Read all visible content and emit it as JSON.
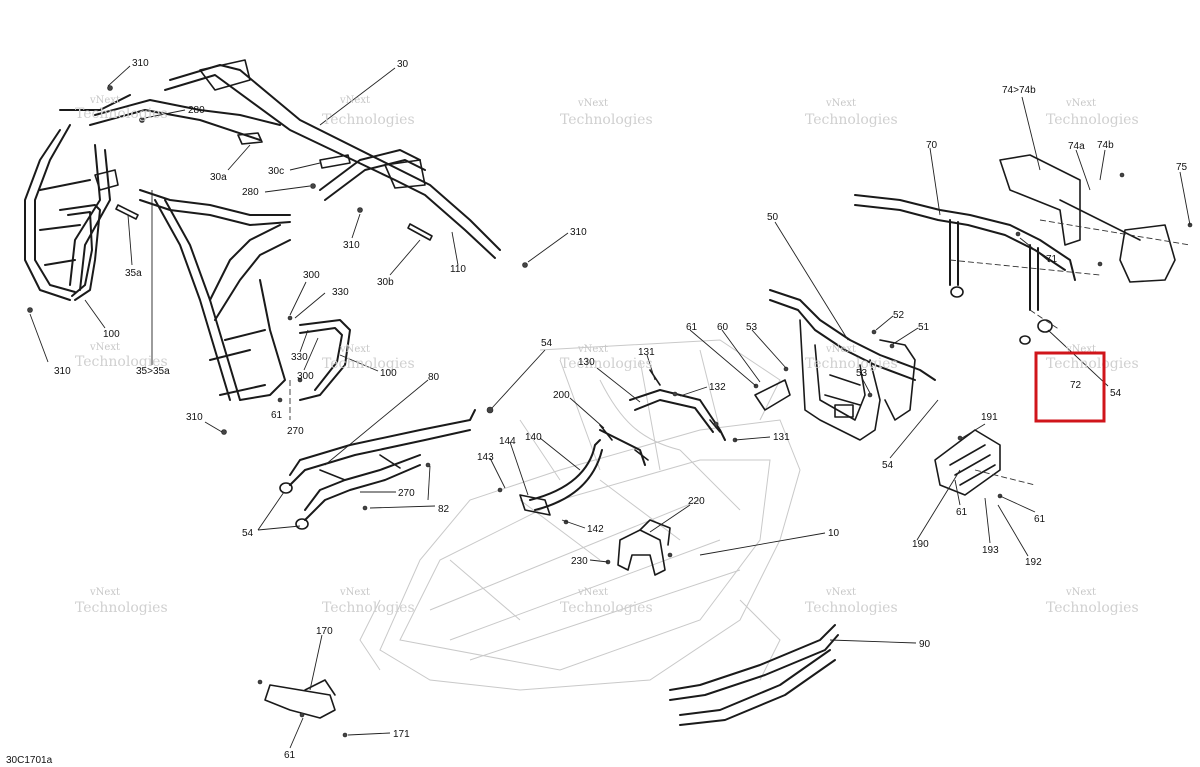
{
  "drawing_ref": "30C1701a",
  "watermark_line1": "vNext",
  "watermark_line2": "Technologies",
  "highlight_color": "#d0151b",
  "callouts": [
    {
      "id": "c1",
      "text": "310"
    },
    {
      "id": "c2",
      "text": "30"
    },
    {
      "id": "c3",
      "text": "280"
    },
    {
      "id": "c4",
      "text": "30a"
    },
    {
      "id": "c5",
      "text": "30c"
    },
    {
      "id": "c6",
      "text": "280"
    },
    {
      "id": "c7",
      "text": "310"
    },
    {
      "id": "c8",
      "text": "310"
    },
    {
      "id": "c9",
      "text": "30b"
    },
    {
      "id": "c10",
      "text": "110"
    },
    {
      "id": "c11",
      "text": "35a"
    },
    {
      "id": "c12",
      "text": "100"
    },
    {
      "id": "c13",
      "text": "310"
    },
    {
      "id": "c14",
      "text": "35>35a"
    },
    {
      "id": "c15",
      "text": "300"
    },
    {
      "id": "c16",
      "text": "330"
    },
    {
      "id": "c17",
      "text": "330"
    },
    {
      "id": "c18",
      "text": "300"
    },
    {
      "id": "c19",
      "text": "100"
    },
    {
      "id": "c20",
      "text": "310"
    },
    {
      "id": "c21",
      "text": "61"
    },
    {
      "id": "c22",
      "text": "270"
    },
    {
      "id": "c23",
      "text": "80"
    },
    {
      "id": "c24",
      "text": "270"
    },
    {
      "id": "c25",
      "text": "82"
    },
    {
      "id": "c26",
      "text": "54"
    },
    {
      "id": "c27",
      "text": "54"
    },
    {
      "id": "c28",
      "text": "130"
    },
    {
      "id": "c29",
      "text": "131"
    },
    {
      "id": "c30",
      "text": "200"
    },
    {
      "id": "c31",
      "text": "132"
    },
    {
      "id": "c32",
      "text": "131"
    },
    {
      "id": "c33",
      "text": "140"
    },
    {
      "id": "c34",
      "text": "144"
    },
    {
      "id": "c35",
      "text": "143"
    },
    {
      "id": "c36",
      "text": "142"
    },
    {
      "id": "c37",
      "text": "220"
    },
    {
      "id": "c38",
      "text": "230"
    },
    {
      "id": "c39",
      "text": "10"
    },
    {
      "id": "c40",
      "text": "61"
    },
    {
      "id": "c41",
      "text": "60"
    },
    {
      "id": "c42",
      "text": "53"
    },
    {
      "id": "c43",
      "text": "50"
    },
    {
      "id": "c44",
      "text": "52"
    },
    {
      "id": "c45",
      "text": "51"
    },
    {
      "id": "c46",
      "text": "53"
    },
    {
      "id": "c47",
      "text": "54"
    },
    {
      "id": "c48",
      "text": "70"
    },
    {
      "id": "c49",
      "text": "74>74b"
    },
    {
      "id": "c50",
      "text": "74a"
    },
    {
      "id": "c51",
      "text": "74b"
    },
    {
      "id": "c52",
      "text": "75"
    },
    {
      "id": "c53",
      "text": "71"
    },
    {
      "id": "c54",
      "text": "72"
    },
    {
      "id": "c55",
      "text": "54"
    },
    {
      "id": "c56",
      "text": "191"
    },
    {
      "id": "c57",
      "text": "61"
    },
    {
      "id": "c58",
      "text": "61"
    },
    {
      "id": "c59",
      "text": "190"
    },
    {
      "id": "c60",
      "text": "193"
    },
    {
      "id": "c61",
      "text": "192"
    },
    {
      "id": "c62",
      "text": "170"
    },
    {
      "id": "c63",
      "text": "171"
    },
    {
      "id": "c64",
      "text": "61"
    },
    {
      "id": "c65",
      "text": "90"
    }
  ]
}
